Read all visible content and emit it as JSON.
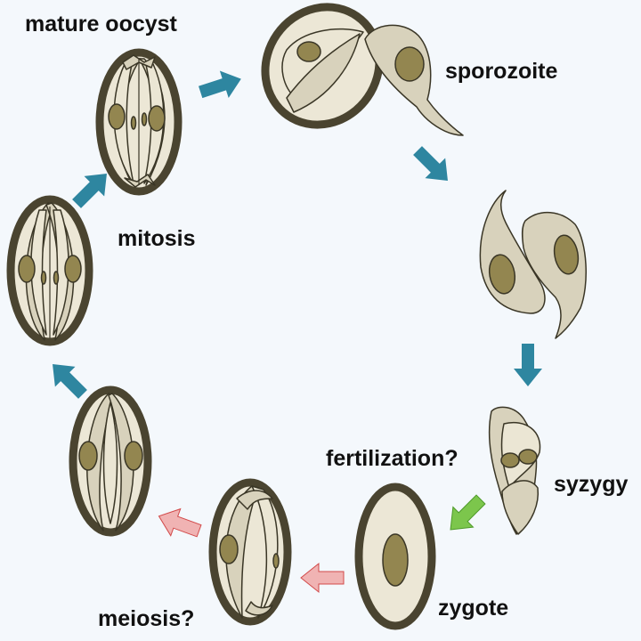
{
  "labels": {
    "mature_oocyst": "mature oocyst",
    "sporozoite": "sporozoite",
    "mitosis": "mitosis",
    "fertilization": "fertilization?",
    "syzygy": "syzygy",
    "zygote": "zygote",
    "meiosis": "meiosis?"
  },
  "colors": {
    "background": "#f4f8fc",
    "cycle_arrow": "#2e86a0",
    "fertilization_arrow": "#7cc64c",
    "meiosis_arrow": "#f0b3b3",
    "oocyst_wall": "#4a4430",
    "cell_fill": "#d8d2bc",
    "nucleus": "#938650"
  }
}
